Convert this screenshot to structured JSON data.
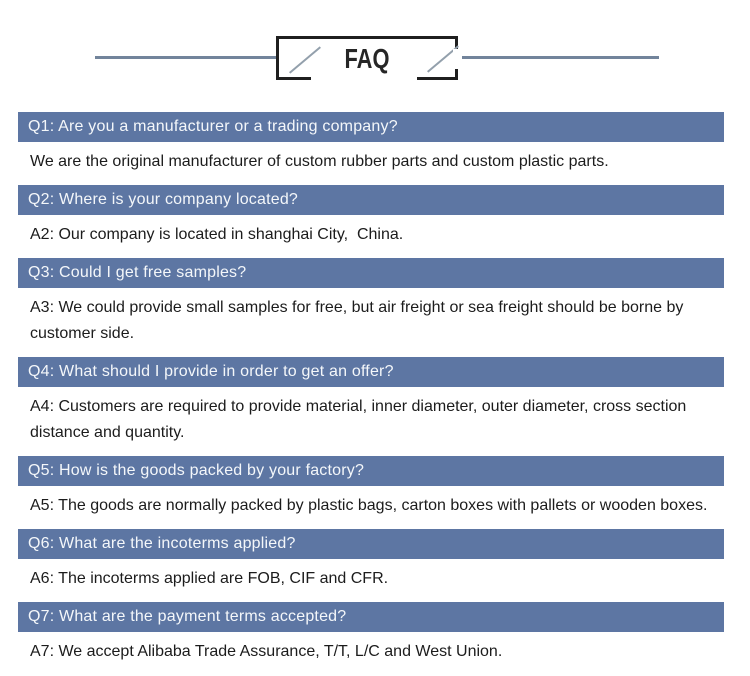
{
  "header": {
    "title": "FAQ"
  },
  "faq": {
    "items": [
      {
        "question": "Q1: Are you a manufacturer or a trading company?",
        "answer": "We are the original manufacturer of custom rubber parts and custom plastic parts."
      },
      {
        "question": "Q2: Where is your company located?",
        "answer": "A2: Our company is located in shanghai City,  China."
      },
      {
        "question": "Q3: Could I get free samples?",
        "answer": "A3: We could provide small samples for free, but air freight or sea freight should be borne by customer side."
      },
      {
        "question": "Q4: What should I provide in order to get an offer?",
        "answer": "A4: Customers are required to provide material, inner diameter, outer diameter, cross section distance and quantity."
      },
      {
        "question": "Q5: How is the goods packed by your factory?",
        "answer": "A5: The goods are normally packed by plastic bags, carton boxes with pallets or wooden boxes."
      },
      {
        "question": "Q6: What are the incoterms applied?",
        "answer": "A6: The incoterms applied are FOB, CIF and CFR."
      },
      {
        "question": "Q7: What are the payment terms accepted?",
        "answer": "A7: We accept Alibaba Trade Assurance, T/T, L/C and West Union."
      }
    ]
  },
  "colors": {
    "question_bar": "#5d76a3",
    "question_text": "#f4f7fa",
    "answer_text": "#1c1c1c",
    "header_line": "#72849b",
    "box_border": "#1f1f1f",
    "slash": "#93a0ac",
    "title_text": "#262626"
  }
}
